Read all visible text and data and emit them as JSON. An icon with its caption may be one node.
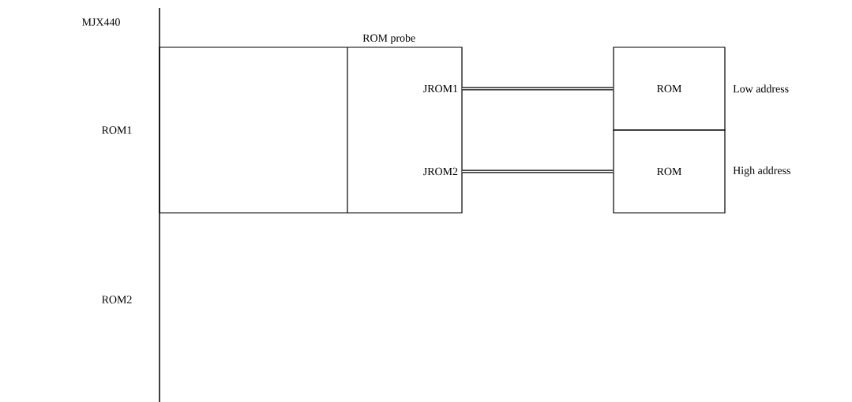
{
  "diagram": {
    "nodes": [
      {
        "text": [
          "ROM probe"
        ]
      },
      {
        "text": [
          "JROM1"
        ],
        "in": 0
      },
      {
        "text": [
          "JROM2"
        ],
        "in": 0
      },
      {
        "text": [
          "ROM"
        ],
        "beside": [
          "Low address"
        ]
      },
      {
        "text": [
          "ROM"
        ],
        "beside": [
          "High address"
        ]
      }
    ],
    "edges": [
      {
        "from": 1,
        "to": 3,
        "arrow": "none"
      },
      {
        "from": 2,
        "to": 4,
        "arrow": "none"
      }
    ],
    "labels": [
      "MJX440",
      "ROM1",
      "ROM2"
    ]
  }
}
